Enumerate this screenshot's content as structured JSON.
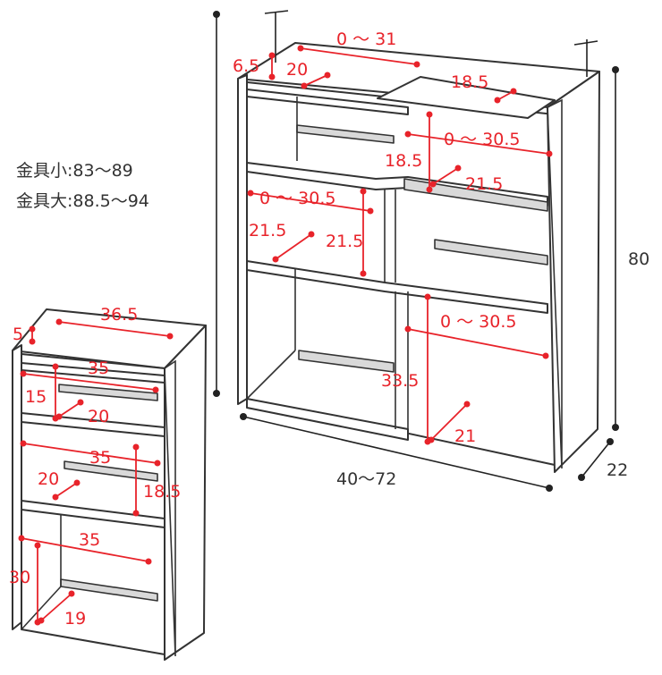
{
  "notes": {
    "small_bracket": "金具小:83〜89",
    "large_bracket": "金具大:88.5〜94"
  },
  "expanded_shelf": {
    "height": "80",
    "depth": "22",
    "width": "40〜72",
    "top_gap": "0 〜 31",
    "top_edge": "6.5",
    "top_depth": "20",
    "top_right_width": "18.5",
    "upper_slide": "0 〜 30.5",
    "upper_right_height": "18.5",
    "upper_right_depth": "21.5",
    "middle_slide": "0 〜 30.5",
    "middle_height": "21.5",
    "middle_depth": "21.5",
    "lower_slide": "0 〜 30.5",
    "lower_height": "33.5",
    "lower_depth": "21"
  },
  "compact_shelf": {
    "top_width": "36.5",
    "top_edge": "5",
    "shelf1_width": "35",
    "shelf1_height": "15",
    "shelf1_depth": "20",
    "shelf2_width": "35",
    "shelf2_depth": "20",
    "shelf2_height": "18.5",
    "shelf3_width": "35",
    "shelf3_height": "30",
    "shelf3_depth": "19"
  }
}
